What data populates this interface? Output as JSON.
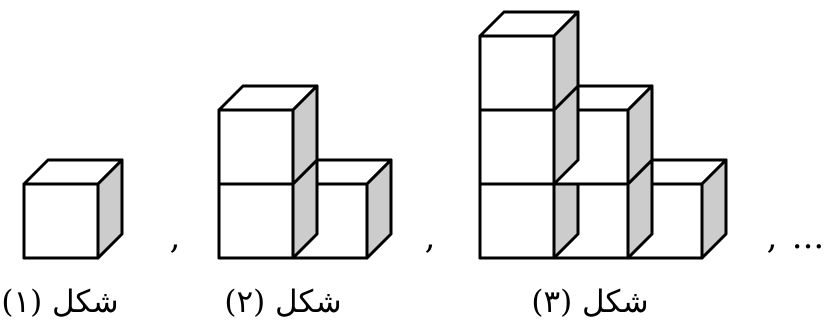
{
  "figures": [
    {
      "caption": "شکل (۱)",
      "columns": [
        1
      ]
    },
    {
      "caption": "شکل (۲)",
      "columns": [
        2,
        1
      ]
    },
    {
      "caption": "شکل (۳)",
      "columns": [
        3,
        2,
        1
      ]
    }
  ],
  "separators": [
    ",",
    ",",
    ","
  ],
  "ellipsis": "...",
  "colors": {
    "front": "#ffffff",
    "top": "#ffffff",
    "side": "#cccccc",
    "stroke": "#000000"
  }
}
